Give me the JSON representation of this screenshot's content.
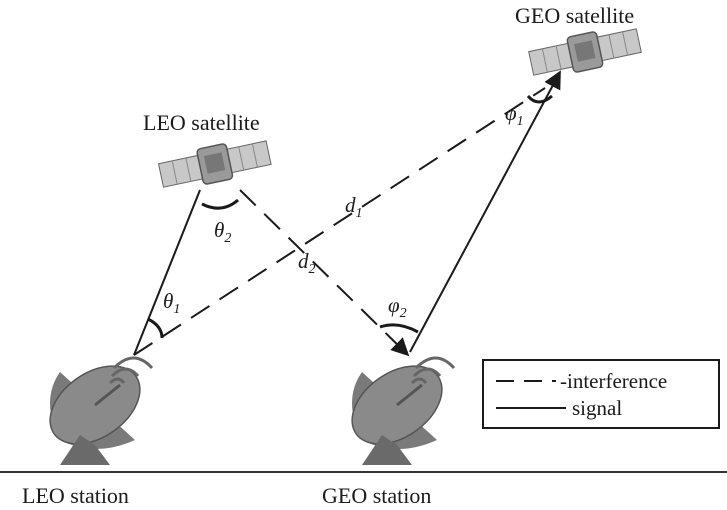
{
  "labels": {
    "geo_satellite": "GEO satellite",
    "leo_satellite": "LEO satellite",
    "leo_station": "LEO station",
    "geo_station": "GEO station"
  },
  "symbols": {
    "phi1": {
      "base": "φ",
      "sub": "1"
    },
    "phi2": {
      "base": "φ",
      "sub": "2"
    },
    "theta1": {
      "base": "θ",
      "sub": "1"
    },
    "theta2": {
      "base": "θ",
      "sub": "2"
    },
    "d1": {
      "base": "d",
      "sub": "1"
    },
    "d2": {
      "base": "d",
      "sub": "2"
    }
  },
  "legend": {
    "interference": "-interference",
    "signal": "signal"
  },
  "colors": {
    "line": "#1a1a1a",
    "dish": "#7a7a7a",
    "satellite_body": "#9a9a9a",
    "panel": "#c8c8c8"
  }
}
